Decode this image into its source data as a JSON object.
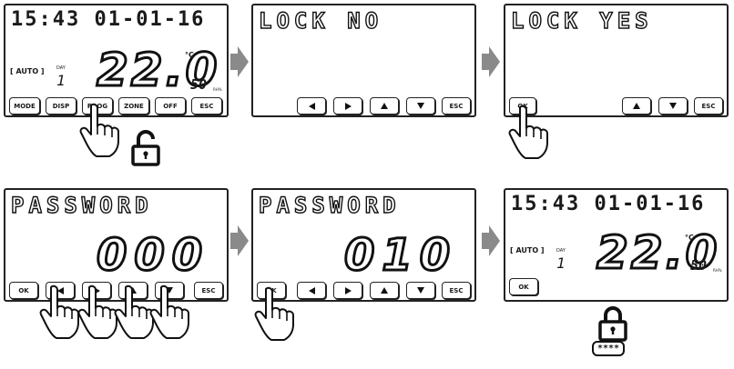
{
  "panel1": {
    "clock": "15:43 01-01-16",
    "mode": "[ AUTO ]",
    "day_label": "DAY",
    "day": "1",
    "temp": "22.0",
    "unit": "°C",
    "humidity": "50",
    "humidity_unit": "RH%",
    "buttons": [
      "MODE",
      "DISP",
      "PROG",
      "ZONE",
      "OFF",
      "ESC"
    ]
  },
  "panel2": {
    "title": "LOCK NO",
    "esc": "ESC"
  },
  "panel3": {
    "title": "LOCK YES",
    "ok": "OK",
    "esc": "ESC"
  },
  "panel4": {
    "title": "PASSWORD",
    "digits": "000",
    "ok": "OK",
    "esc": "ESC"
  },
  "panel5": {
    "title": "PASSWORD",
    "digits": "010",
    "ok": "OK",
    "esc": "ESC"
  },
  "panel6": {
    "clock": "15:43 01-01-16",
    "mode": "[ AUTO ]",
    "day_label": "DAY",
    "day": "1",
    "temp": "22.0",
    "unit": "°C",
    "humidity": "50",
    "humidity_unit": "RH%",
    "ok": "OK"
  },
  "password_badge": "****",
  "colors": {
    "arrow": "#8a8a8a",
    "outline": "#222222"
  },
  "icons": [
    "unlock-icon",
    "lock-icon",
    "hand-pointer-icon",
    "right-arrow-icon"
  ]
}
